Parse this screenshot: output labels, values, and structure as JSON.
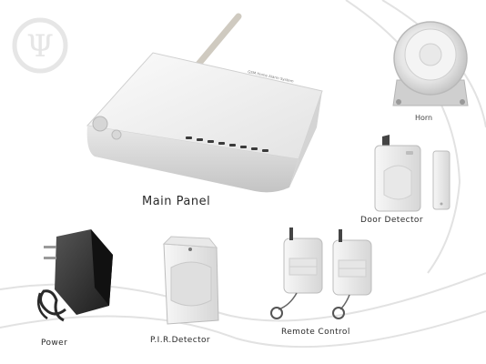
{
  "labels": {
    "main_panel": "Main Panel",
    "horn": "Horn",
    "door_detector": "Door Detector",
    "power": "Power",
    "pir_detector": "P.I.R.Detector",
    "remote_control": "Remote Control"
  },
  "panel_caption": "GSM Home Alarm System",
  "watermark_text": "Ψ",
  "colors": {
    "background": "#ffffff",
    "device_body": "#f1f1f1",
    "device_shadow": "#c9c9c9",
    "antenna": "#d9d6cf",
    "adapter": "#2b2b2b",
    "orbit": "#e4e4e4",
    "led": "#3a3a3a"
  }
}
